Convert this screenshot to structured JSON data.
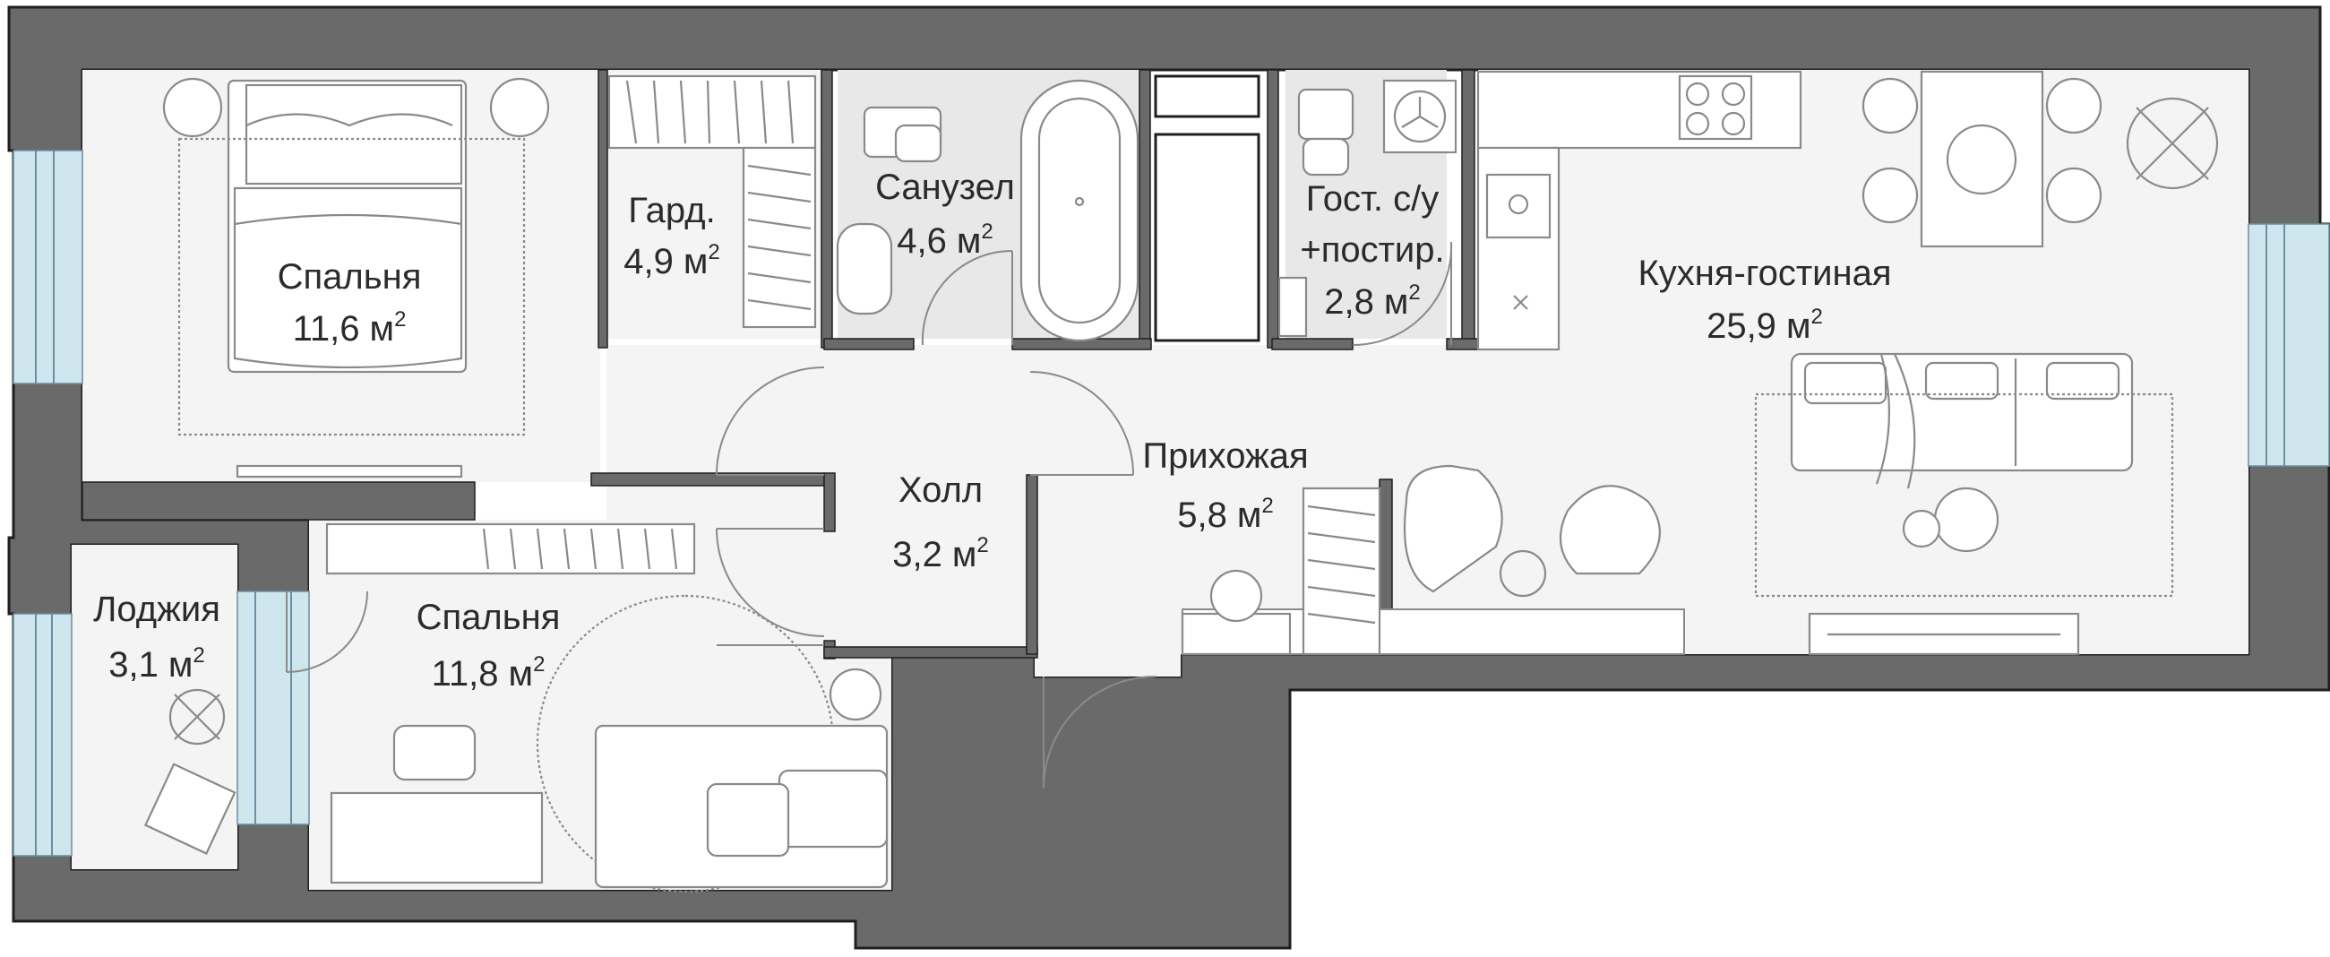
{
  "rooms": [
    {
      "id": "bedroom1",
      "name": "Спальня",
      "area": "11,6 м",
      "sup": "2"
    },
    {
      "id": "wardrobe",
      "name": "Гард.",
      "area": "4,9 м",
      "sup": "2"
    },
    {
      "id": "bathroom",
      "name": "Санузел",
      "area": "4,6 м",
      "sup": "2"
    },
    {
      "id": "guest_wc",
      "name": "Гост. с/у",
      "name2": "+постир.",
      "area": "2,8 м",
      "sup": "2"
    },
    {
      "id": "kitchen",
      "name": "Кухня-гостиная",
      "area": "25,9 м",
      "sup": "2"
    },
    {
      "id": "hall",
      "name": "Холл",
      "area": "3,2 м",
      "sup": "2"
    },
    {
      "id": "entry",
      "name": "Прихожая",
      "area": "5,8 м",
      "sup": "2"
    },
    {
      "id": "loggia",
      "name": "Лоджия",
      "area": "3,1 м",
      "sup": "2"
    },
    {
      "id": "bedroom2",
      "name": "Спальня",
      "area": "11,8 м",
      "sup": "2"
    }
  ],
  "colors": {
    "wall": "#6a6a6a",
    "floor": "#f4f4f4",
    "tile": "#e8e8e8",
    "glass": "#cfe6ef",
    "furniture": "#8a8a8a"
  }
}
